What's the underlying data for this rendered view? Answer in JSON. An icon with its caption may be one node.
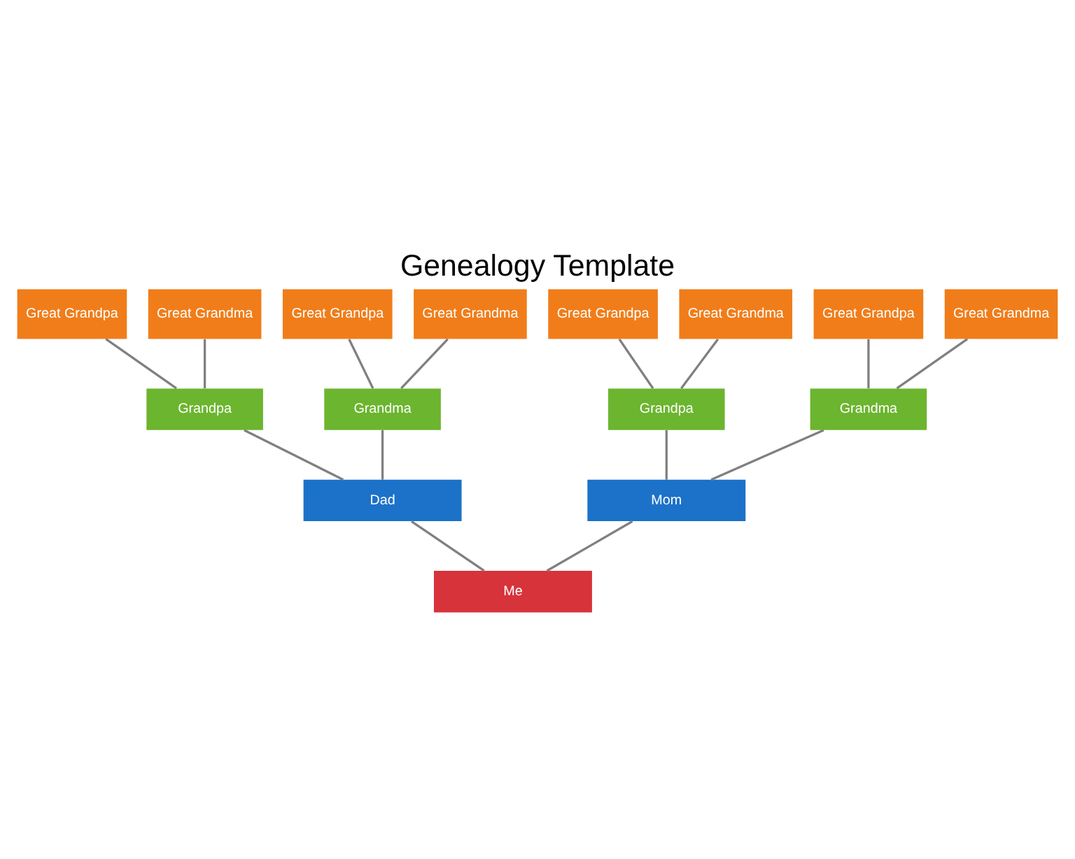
{
  "diagram": {
    "title": "Genealogy Template",
    "nodes": [
      {
        "text": [
          "Great Grandpa"
        ]
      },
      {
        "text": [
          "Great Grandma"
        ]
      },
      {
        "text": [
          "Great Grandpa"
        ]
      },
      {
        "text": [
          "Great Grandma"
        ]
      },
      {
        "text": [
          "Great Grandpa"
        ]
      },
      {
        "text": [
          "Great Grandma"
        ]
      },
      {
        "text": [
          "Great Grandpa"
        ]
      },
      {
        "text": [
          "Great Grandma"
        ]
      },
      {
        "text": [
          "Grandpa"
        ]
      },
      {
        "text": [
          "Grandma"
        ]
      },
      {
        "text": [
          "Grandpa"
        ]
      },
      {
        "text": [
          "Grandma"
        ]
      },
      {
        "text": [
          "Dad"
        ]
      },
      {
        "text": [
          "Mom"
        ]
      },
      {
        "text": [
          "Me"
        ]
      }
    ],
    "edges": [
      {
        "from": 0,
        "to": 8,
        "arrow": "none"
      },
      {
        "from": 1,
        "to": 8,
        "arrow": "none"
      },
      {
        "from": 2,
        "to": 9,
        "arrow": "none"
      },
      {
        "from": 3,
        "to": 9,
        "arrow": "none"
      },
      {
        "from": 4,
        "to": 10,
        "arrow": "none"
      },
      {
        "from": 5,
        "to": 10,
        "arrow": "none"
      },
      {
        "from": 6,
        "to": 11,
        "arrow": "none"
      },
      {
        "from": 7,
        "to": 11,
        "arrow": "none"
      },
      {
        "from": 8,
        "to": 12,
        "arrow": "none"
      },
      {
        "from": 9,
        "to": 12,
        "arrow": "none"
      },
      {
        "from": 10,
        "to": 13,
        "arrow": "none"
      },
      {
        "from": 11,
        "to": 13,
        "arrow": "none"
      },
      {
        "from": 12,
        "to": 14,
        "arrow": "none"
      },
      {
        "from": 13,
        "to": 14,
        "arrow": "none"
      }
    ]
  }
}
